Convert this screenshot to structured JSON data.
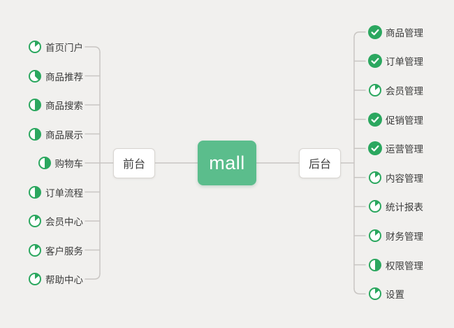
{
  "app": {
    "type": "mindmap",
    "background": "#F1F0EE"
  },
  "colors": {
    "background": "#F1F0EE",
    "node_green": "#5BBD8C",
    "marker_green": "#2BA75F",
    "line_gray": "#C9C6C3",
    "text_dark": "#3B3B3B"
  },
  "root": {
    "label": "mall"
  },
  "left_branch": {
    "label": "前台",
    "items": [
      {
        "label": "首页门户",
        "progress": "1/8"
      },
      {
        "label": "商品推荐",
        "progress": "3/8"
      },
      {
        "label": "商品搜索",
        "progress": "1/2"
      },
      {
        "label": "商品展示",
        "progress": "1/2"
      },
      {
        "label": "购物车",
        "progress": "1/2"
      },
      {
        "label": "订单流程",
        "progress": "1/2"
      },
      {
        "label": "会员中心",
        "progress": "1/8"
      },
      {
        "label": "客户服务",
        "progress": "1/8"
      },
      {
        "label": "帮助中心",
        "progress": "1/8"
      }
    ]
  },
  "right_branch": {
    "label": "后台",
    "items": [
      {
        "label": "商品管理",
        "progress": "done"
      },
      {
        "label": "订单管理",
        "progress": "done"
      },
      {
        "label": "会员管理",
        "progress": "1/8"
      },
      {
        "label": "促销管理",
        "progress": "done"
      },
      {
        "label": "运营管理",
        "progress": "done"
      },
      {
        "label": "内容管理",
        "progress": "1/8"
      },
      {
        "label": "统计报表",
        "progress": "1/8"
      },
      {
        "label": "财务管理",
        "progress": "1/8"
      },
      {
        "label": "权限管理",
        "progress": "1/2"
      },
      {
        "label": "设置",
        "progress": "1/8"
      }
    ]
  }
}
